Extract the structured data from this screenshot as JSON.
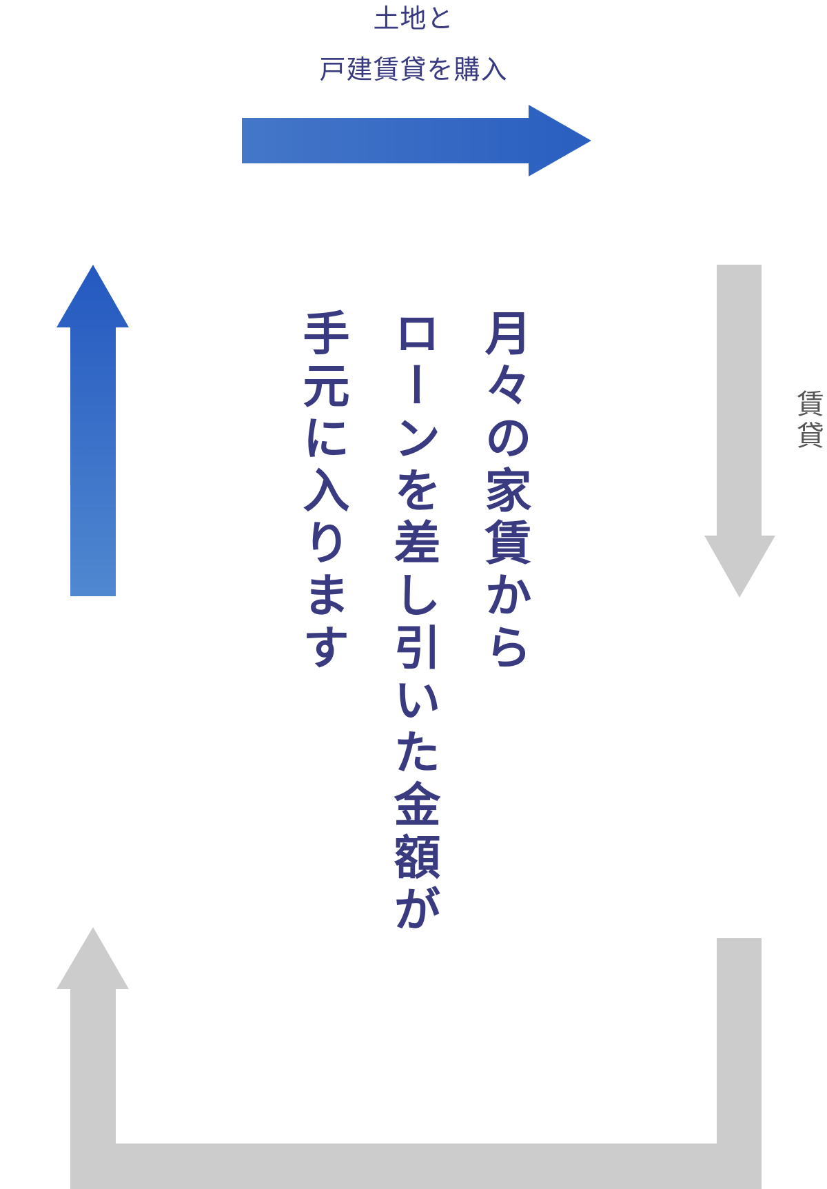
{
  "diagram": {
    "top_label": {
      "line1": "土地と",
      "line2": "戸建賃貸を購入"
    },
    "side_label": "賃貸",
    "center_text": {
      "columns": [
        "月々の家賃から",
        "ローンを差し引いた金額が",
        "手元に入ります"
      ]
    },
    "arrows": [
      {
        "id": "purchase-arrow",
        "direction": "right",
        "color_start": "#4477c8",
        "color_end": "#2a5ec0"
      },
      {
        "id": "rent-arrow",
        "direction": "down",
        "color": "#cccccc"
      },
      {
        "id": "return-path-arrow",
        "direction": "up",
        "color": "#cccccc"
      },
      {
        "id": "income-arrow",
        "direction": "up",
        "color_start": "#5088d0",
        "color_end": "#2458c0"
      }
    ],
    "colors": {
      "text_primary": "#3a3a80",
      "text_secondary": "#555555",
      "arrow_gray": "#cccccc",
      "arrow_blue_dark": "#2458c0",
      "arrow_blue_light": "#5088d0"
    }
  }
}
